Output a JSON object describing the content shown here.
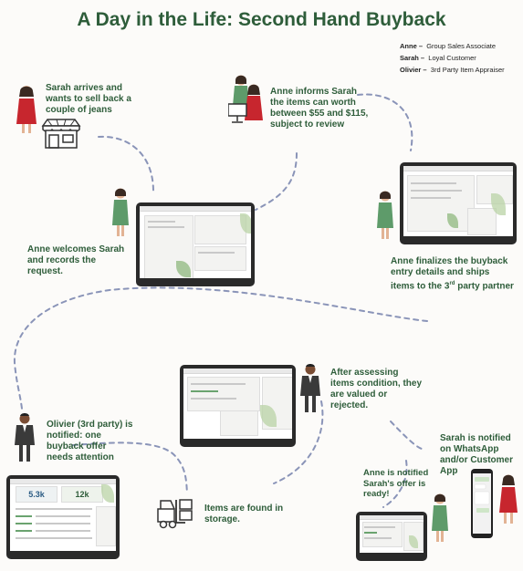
{
  "title": "A Day in the Life: Second Hand Buyback",
  "legend": [
    {
      "name": "Anne –",
      "role": "Group Sales Associate"
    },
    {
      "name": "Sarah –",
      "role": "Loyal Customer"
    },
    {
      "name": "Olivier –",
      "role": "3rd Party Item Appraiser"
    }
  ],
  "steps": {
    "s1": "Sarah arrives and wants to sell back a couple of jeans",
    "s2": "Anne informs Sarah the items can worth between $55 and $115, subject to review",
    "s3": "Anne welcomes Sarah and records the request.",
    "s4a": "Anne finalizes the buyback entry details and ships items to the 3",
    "s4sup": "rd",
    "s4b": " party partner",
    "s5": "After assessing items condition, they are valued or rejected.",
    "s6": "Olivier (3rd party) is notified: one buyback offer needs attention",
    "s7": "Sarah is notified on WhatsApp and/or Customer App",
    "s8": "Anne is notified Sarah's offer is ready!",
    "s9": "Items are found in storage."
  },
  "dashboard": {
    "kpi1": "5.3k",
    "kpi2": "12k"
  },
  "colors": {
    "green": "#2e5d3a",
    "path": "#8a94b8",
    "anne_dress": "#5e9b6a",
    "sarah_dress": "#c7262e",
    "olivier_suit": "#3a3a3a"
  }
}
